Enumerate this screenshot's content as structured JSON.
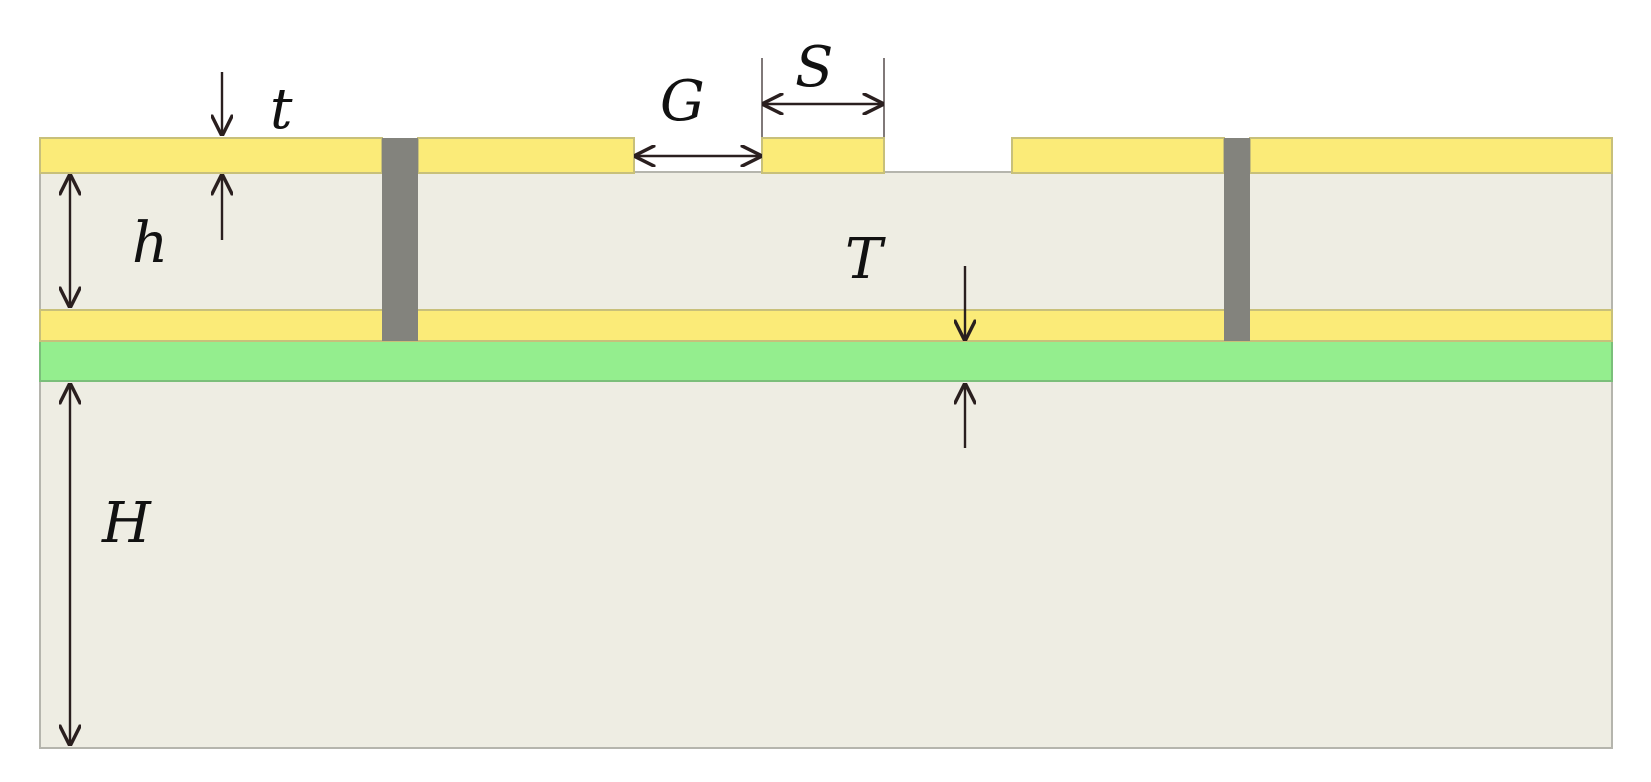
{
  "diagram": {
    "labels": {
      "t": "t",
      "G": "G",
      "S": "S",
      "h": "h",
      "T": "T",
      "H": "H"
    },
    "colors": {
      "background": "#ffffff",
      "dielectric": "#eeede3",
      "dielectric_border": "#b5b5ad",
      "conductor": "#fbeb78",
      "conductor_border": "#c8c07a",
      "via": "#83837d",
      "ground_layer": "#94ee8e",
      "ground_border": "#7bbf7a",
      "dimension_line": "#2a1f1f"
    },
    "layers": [
      "dielectric",
      "conductor",
      "via",
      "ground-layer"
    ]
  }
}
